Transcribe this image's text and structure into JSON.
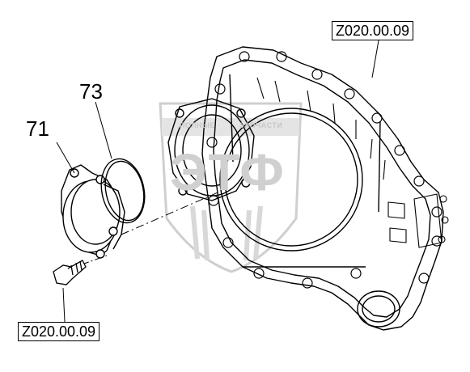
{
  "diagram": {
    "ref_top_right": "Z020.00.09",
    "ref_bottom_left": "Z020.00.09",
    "callouts": [
      {
        "label": "71"
      },
      {
        "label": "73"
      }
    ],
    "watermark": {
      "logo_text": "ЭТФ",
      "line_left": "ПОЛНЫЕ",
      "line_right": "ЗАПЧАСТИ",
      "color": "#c8c8c8"
    },
    "line_color": "#000000"
  }
}
